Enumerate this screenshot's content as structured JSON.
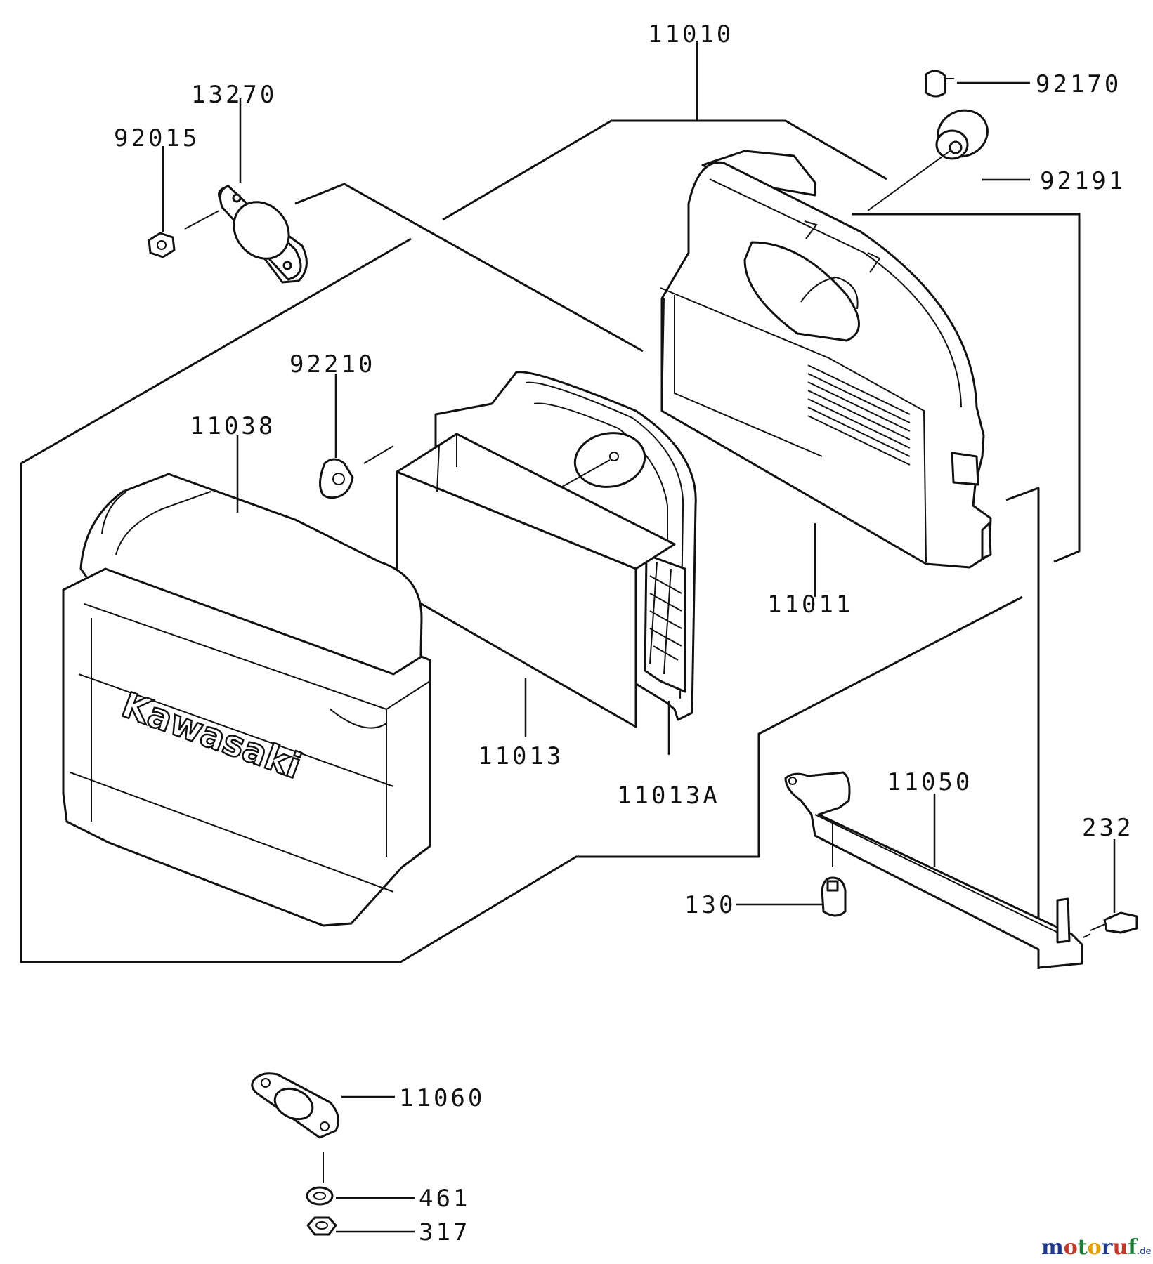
{
  "diagram": {
    "parts": {
      "p11010": "11010",
      "p13270": "13270",
      "p92015": "92015",
      "p92170": "92170",
      "p92191": "92191",
      "p92210": "92210",
      "p11038": "11038",
      "p11011": "11011",
      "p11013": "11013",
      "p11013a": "11013A",
      "p11050": "11050",
      "p232": "232",
      "p130": "130",
      "p11060": "11060",
      "p461": "461",
      "p317": "317"
    },
    "cover_brand": "Kawasaki",
    "watermark": {
      "name": "motoruf",
      "suffix": ".de",
      "colors": [
        "#1f3a8a",
        "#c0392b",
        "#1f7a3a",
        "#e0a100"
      ]
    }
  }
}
